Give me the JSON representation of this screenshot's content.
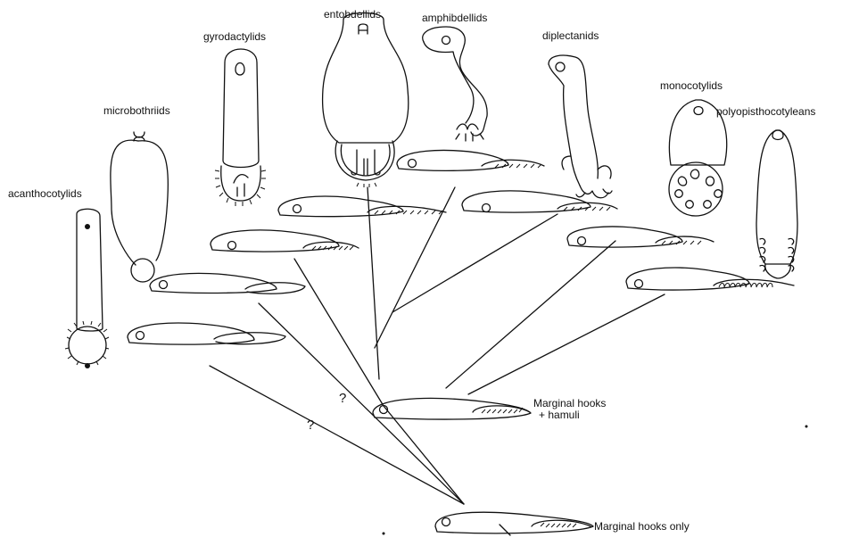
{
  "taxa": {
    "acanthocotylids": "acanthocotylids",
    "microbothriids": "microbothriids",
    "gyrodactylids": "gyrodactylids",
    "entobdellids": "entobdellids",
    "amphibdellids": "amphibdellids",
    "diplectanids": "diplectanids",
    "monocotylids": "monocotylids",
    "polyopisthocotyleans": "polyopisthocotyleans"
  },
  "nodes": {
    "hooks_hamuli_line1": "Marginal hooks",
    "hooks_hamuli_line2": "+ hamuli",
    "hooks_only": "Marginal hooks only"
  },
  "uncertain_marks": [
    "?",
    "?"
  ]
}
